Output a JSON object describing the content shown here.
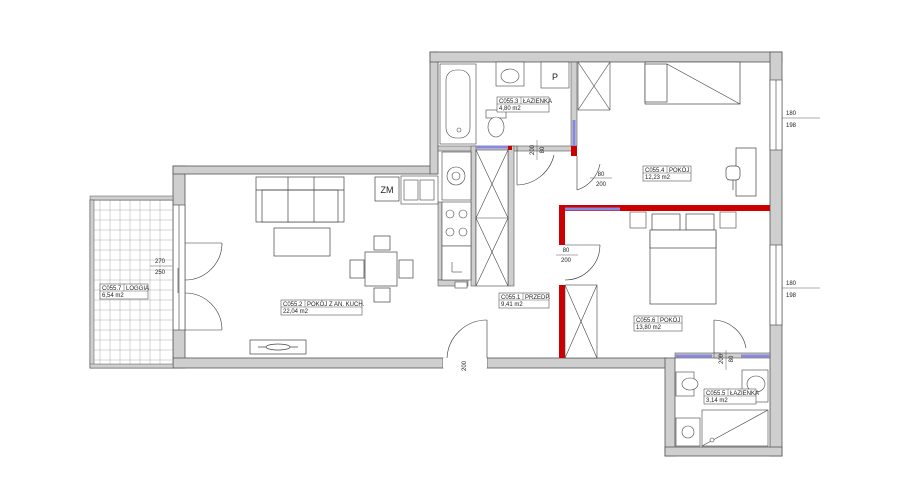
{
  "rooms": {
    "loggia": {
      "code": "C055.7",
      "name": "LOGGIA",
      "area": "6,54 m2"
    },
    "living": {
      "code": "C055.2",
      "name": "POKÓJ Z AN. KUCH.",
      "area": "22,04 m2"
    },
    "hall": {
      "code": "C055.1",
      "name": "PRZEDP.",
      "area": "9,41 m2"
    },
    "bath1": {
      "code": "C055.3",
      "name": "ŁAZIENKA",
      "area": "4,80 m2"
    },
    "room1": {
      "code": "C055.4",
      "name": "POKÓJ",
      "area": "12,23 m2"
    },
    "room2": {
      "code": "C055.6",
      "name": "POKÓJ",
      "area": "13,80 m2"
    },
    "bath2": {
      "code": "C055.5",
      "name": "ŁAZIENKA",
      "area": "3,14 m2"
    }
  },
  "fixtures": {
    "zm": "ZM",
    "p": "P"
  },
  "dimensions": {
    "balcony_door_top": "270",
    "balcony_door_bottom": "250",
    "window1_top": "180",
    "window1_bottom": "198",
    "window2_top": "180",
    "window2_bottom": "198",
    "door_room1_w": "80",
    "door_room1_h": "200",
    "door_room2_w": "80",
    "door_room2_h": "200",
    "door_bath1_w": "80",
    "door_bath1_h": "200",
    "door_bath2_w": "80",
    "door_bath2_h": "200",
    "door_entry_h": "200"
  },
  "colors": {
    "wall": "#cfcfcf",
    "wall_outline": "#555555",
    "new_wall": "#cc0000",
    "glazing": "#8888dd"
  }
}
